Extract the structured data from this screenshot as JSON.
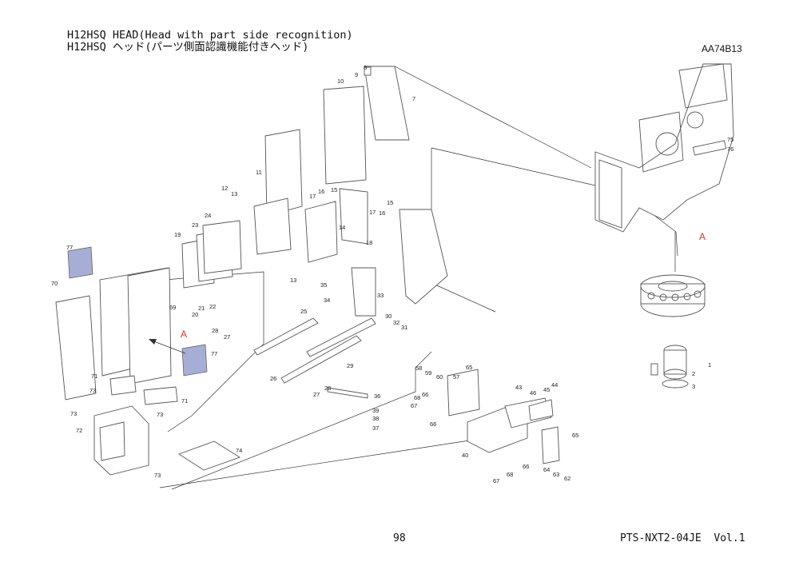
{
  "header": {
    "title_en": "H12HSQ HEAD(Head with part side recognition)",
    "title_jp": "H12HSQ ヘッド(パーツ側面認識機能付きヘッド)",
    "drawing_code": "AA74B13"
  },
  "footer": {
    "page_number": "98",
    "document_id": "PTS-NXT2-04JE  Vol.1"
  },
  "reference_marks": [
    "A",
    "A"
  ],
  "callouts": [
    "1",
    "2",
    "3",
    "7",
    "8",
    "9",
    "10",
    "11",
    "12",
    "13",
    "13",
    "14",
    "15",
    "15",
    "16",
    "16",
    "17",
    "17",
    "18",
    "19",
    "20",
    "21",
    "22",
    "23",
    "24",
    "25",
    "26",
    "27",
    "27",
    "28",
    "28",
    "29",
    "30",
    "31",
    "32",
    "33",
    "34",
    "35",
    "36",
    "37",
    "38",
    "39",
    "40",
    "43",
    "44",
    "45",
    "46",
    "57",
    "58",
    "59",
    "60",
    "62",
    "63",
    "64",
    "65",
    "65",
    "66",
    "66",
    "66",
    "67",
    "67",
    "68",
    "68",
    "69",
    "70",
    "71",
    "71",
    "72",
    "73",
    "73",
    "73",
    "73",
    "74",
    "75",
    "76",
    "77",
    "77"
  ],
  "colors": {
    "accent_mark": "#e2321a",
    "label_fill": "#a7aed6"
  }
}
